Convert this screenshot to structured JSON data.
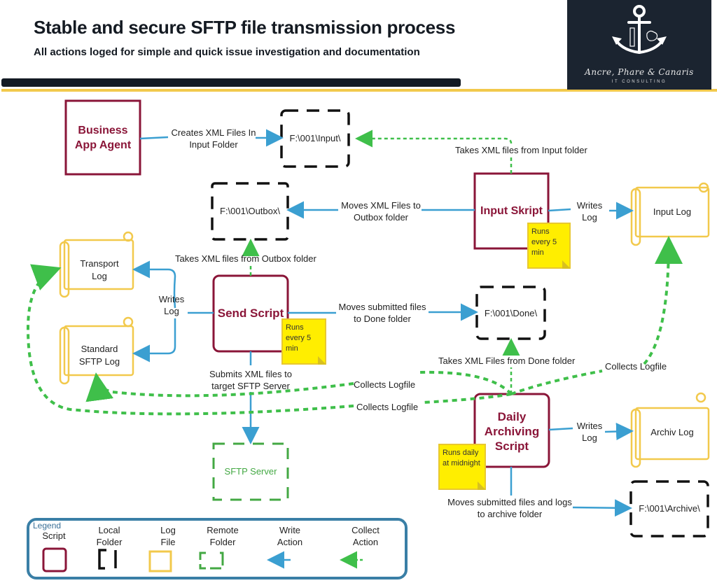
{
  "header": {
    "title": "Stable and secure SFTP file transmission process",
    "subtitle": "All actions loged for simple and quick issue investigation and documentation"
  },
  "logo": {
    "icon": "anchor-icon",
    "name": "Ancre, Phare & Canaris",
    "tagline": "IT CONSULTING"
  },
  "colors": {
    "script": "#8a1538",
    "local_folder": "#111111",
    "log_file": "#f2c94c",
    "remote_folder": "#43a843",
    "write_action": "#3b9fd1",
    "collect_action": "#3fbf4a",
    "note": "#ffee00"
  },
  "scripts": {
    "business_app_agent": "Business App Agent",
    "input_skript": "Input Skript",
    "send_script": "Send Script",
    "daily_archiving_script": "Daily Archiving Script"
  },
  "schedules": {
    "input_skript": "Runs every 5 min",
    "send_script": "Runs every 5 min",
    "daily_archiving_script": "Runs daily at midnight"
  },
  "folders": {
    "input": "F:\\001\\Input\\",
    "outbox": "F:\\001\\Outbox\\",
    "done": "F:\\001\\Done\\",
    "archive": "F:\\001\\Archive\\",
    "sftp_server": "SFTP Server"
  },
  "logs": {
    "input_log": "Input Log",
    "transport_log": "Transport Log",
    "standard_sftp_log": "Standard SFTP Log",
    "archiv_log": "Archiv Log"
  },
  "actions": {
    "creates_xml": "Creates XML Files In Input Folder",
    "takes_from_input": "Takes XML files from Input folder",
    "moves_to_outbox": "Moves XML Files to Outbox folder",
    "input_writes_log": "Writes Log",
    "takes_from_outbox": "Takes XML files from Outbox folder",
    "send_writes_log": "Writes Log",
    "moves_to_done": "Moves submitted files to Done folder",
    "submits_to_sftp": "Submits XML files to target SFTP Server",
    "takes_from_done": "Takes XML Files from Done folder",
    "collects_logfile_1": "Collects Logfile",
    "collects_logfile_2": "Collects Logfile",
    "collects_logfile_3": "Collects Logfile",
    "archive_writes_log": "Writes Log",
    "moves_to_archive": "Moves submitted files and logs to archive folder"
  },
  "legend": {
    "title": "Legend",
    "items": [
      {
        "label": "Script",
        "kind": "script"
      },
      {
        "label": "Local Folder",
        "kind": "local_folder"
      },
      {
        "label": "Log File",
        "kind": "log_file"
      },
      {
        "label": "Remote Folder",
        "kind": "remote_folder"
      },
      {
        "label": "Write Action",
        "kind": "write_action"
      },
      {
        "label": "Collect Action",
        "kind": "collect_action"
      }
    ]
  }
}
